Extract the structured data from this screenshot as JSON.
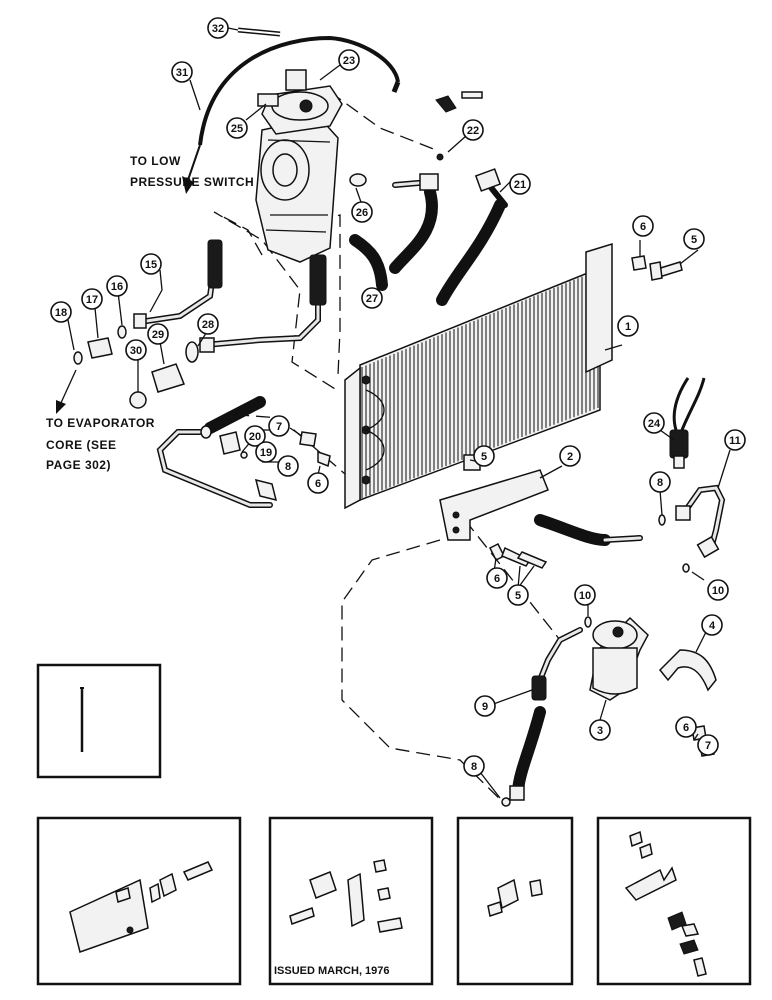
{
  "notes": {
    "low_pressure_line1": "TO LOW",
    "low_pressure_line2": "PRESSURE SWITCH",
    "evap_line1": "TO EVAPORATOR",
    "evap_line2": "CORE (SEE",
    "evap_line3": "PAGE 302)"
  },
  "issued": "ISSUED MARCH, 1976",
  "callouts": {
    "c1": "1",
    "c2": "2",
    "c3": "3",
    "c4": "4",
    "c5a": "5",
    "c5b": "5",
    "c5c": "5",
    "c6a": "6",
    "c6b": "6",
    "c6c": "6",
    "c6d": "6",
    "c7a": "7",
    "c7b": "7",
    "c8a": "8",
    "c8b": "8",
    "c8c": "8",
    "c9": "9",
    "c10a": "10",
    "c10b": "10",
    "c11": "11",
    "c15": "15",
    "c16": "16",
    "c17": "17",
    "c18": "18",
    "c19": "19",
    "c20": "20",
    "c21": "21",
    "c22": "22",
    "c23": "23",
    "c24": "24",
    "c25": "25",
    "c26": "26",
    "c27": "27",
    "c28": "28",
    "c29": "29",
    "c30": "30",
    "c31": "31",
    "c32": "32"
  }
}
